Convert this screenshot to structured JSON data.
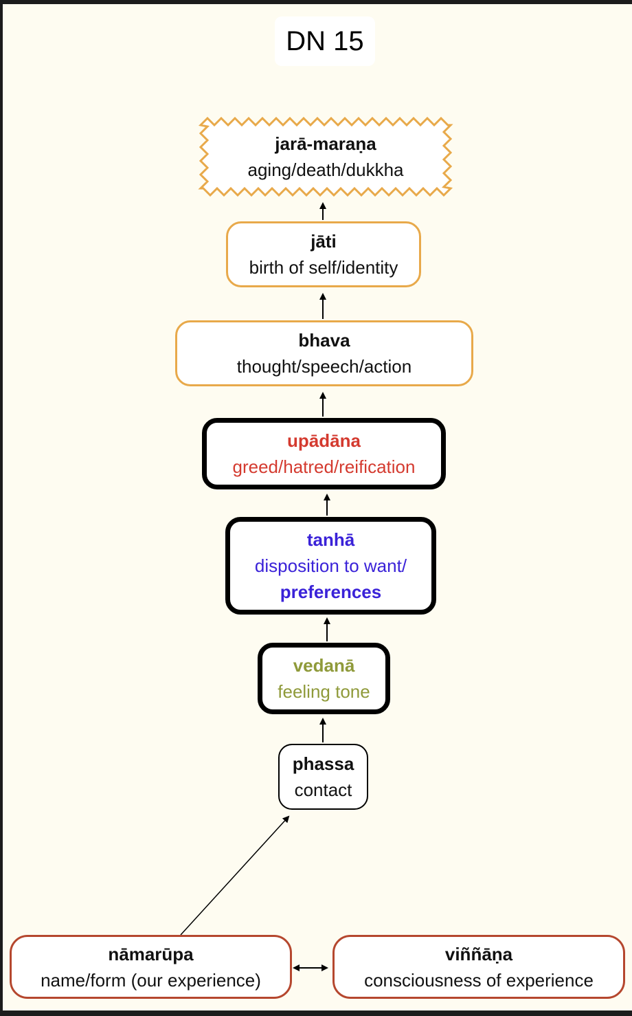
{
  "title": "DN 15",
  "colors": {
    "orange": "#e8a94a",
    "red": "#d43a2f",
    "blue": "#3a22d8",
    "olive": "#8f9a3a",
    "brown": "#b5472e"
  },
  "nodes": {
    "jara": {
      "term": "jarā-maraṇa",
      "desc": "aging/death/dukkha"
    },
    "jati": {
      "term": "jāti",
      "desc": "birth of self/identity"
    },
    "bhava": {
      "term": "bhava",
      "desc": "thought/speech/action"
    },
    "upadana": {
      "term": "upādāna",
      "desc": "greed/hatred/reification"
    },
    "tanha": {
      "term": "tanhā",
      "desc": "disposition to want/",
      "desc2": "preferences"
    },
    "vedana": {
      "term": "vedanā",
      "desc": "feeling tone"
    },
    "phassa": {
      "term": "phassa",
      "desc": "contact"
    },
    "namarupa": {
      "term": "nāmarūpa",
      "desc": "name/form (our experience)"
    },
    "vinnana": {
      "term": "viññāṇa",
      "desc": "consciousness of experience"
    }
  }
}
